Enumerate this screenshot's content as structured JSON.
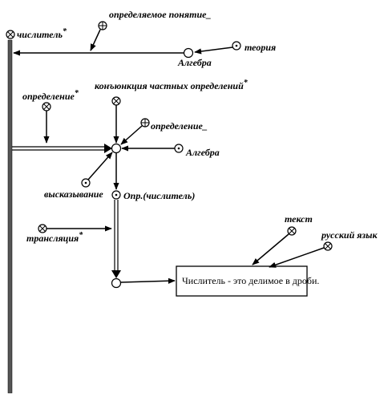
{
  "labels": {
    "chislitel": "числитель",
    "opredelyaemoe": "определяемое понятие_",
    "algebra_top": "Алгебра",
    "teoriya": "теория",
    "opredelenie_left": "определение",
    "konyunkciya": "конъюнкция частных определений",
    "opredelenie_right": "определение_",
    "algebra_mid": "Алгебра",
    "vyskazyvanie": "высказывание",
    "opr_chislitel": "Опр.(числитель)",
    "translyaciya": "трансляция",
    "tekst": "текст",
    "russkiy": "русский язык",
    "star": "*"
  },
  "box": {
    "text": "Числитель - это делимое в дроби."
  }
}
